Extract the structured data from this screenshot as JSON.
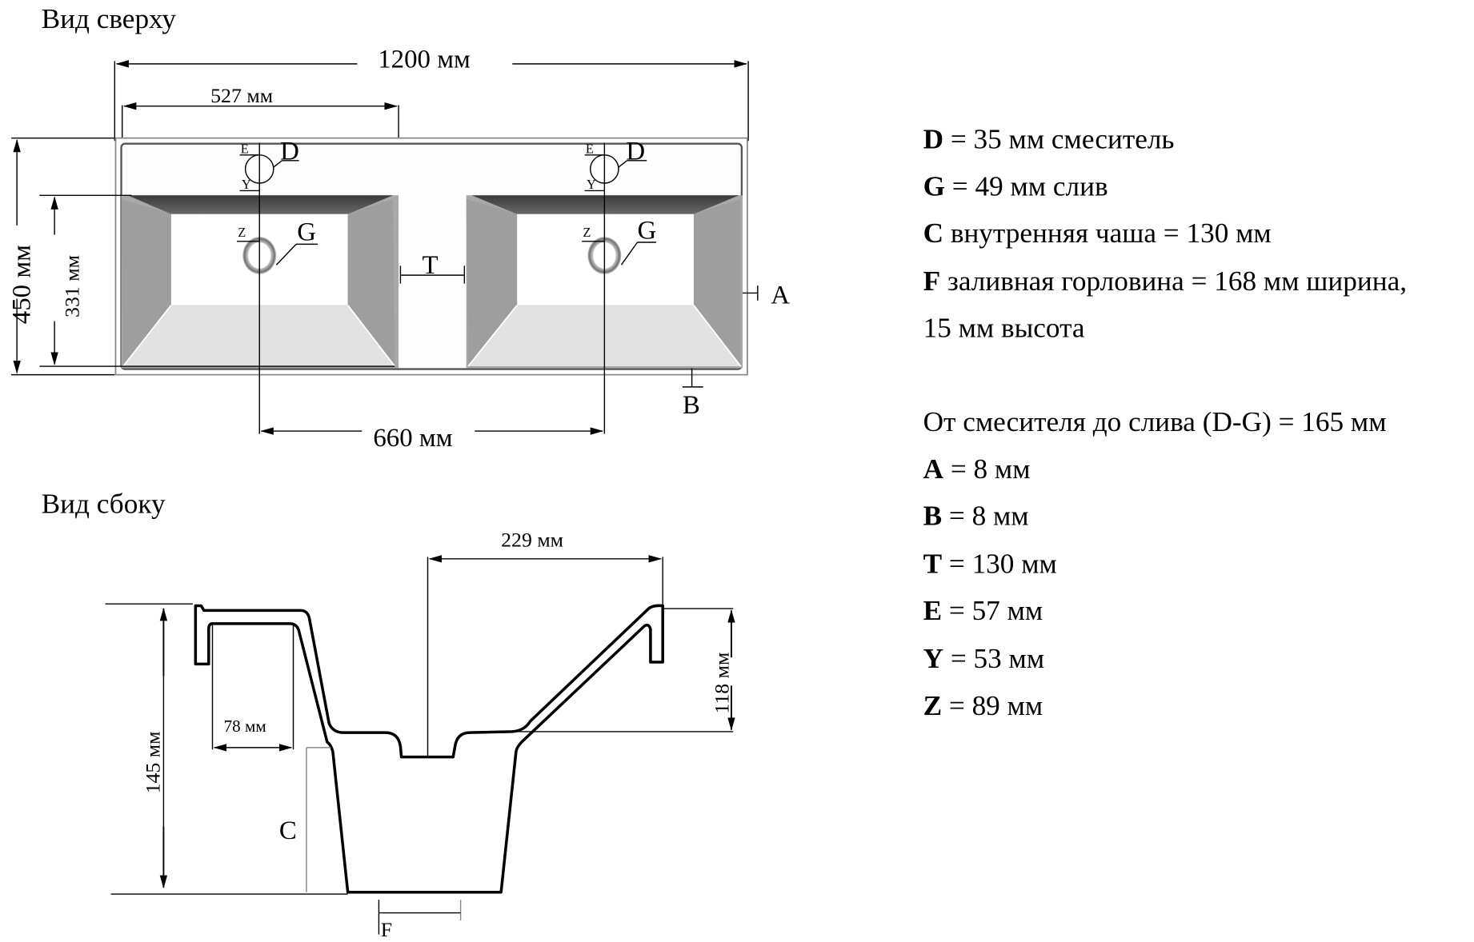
{
  "top_view": {
    "title": "Вид сверху",
    "dim_total_width": "1200 мм",
    "dim_bowl_width": "527 мм",
    "dim_total_depth": "450 мм",
    "dim_bowl_depth": "331 мм",
    "dim_center_distance": "660 мм",
    "markers": {
      "E": "E",
      "Y": "Y",
      "Z": "Z",
      "D": "D",
      "G": "G",
      "T": "T",
      "A": "A",
      "B": "B"
    }
  },
  "side_view": {
    "title": "Вид сбоку",
    "dim_top": "229 мм",
    "dim_height": "145 мм",
    "dim_rim": "78 мм",
    "dim_right_height": "118 мм",
    "marker_C": "C",
    "marker_F": "F"
  },
  "specs": [
    {
      "key": "D",
      "text": " = 35 мм смеситель"
    },
    {
      "key": "G",
      "text": " = 49 мм слив"
    },
    {
      "key": "C",
      "text": " внутренняя чаша = 130 мм"
    },
    {
      "key": "F",
      "text": " заливная горловина = 168 мм ширина,"
    },
    {
      "key": "",
      "text": "15 мм высота"
    },
    {
      "key": "",
      "text": "От смесителя до слива (D-G) = 165 мм"
    },
    {
      "key": "A",
      "text": " = 8 мм"
    },
    {
      "key": "B",
      "text": " = 8 мм"
    },
    {
      "key": "T",
      "text": " = 130 мм"
    },
    {
      "key": "E",
      "text": " = 57 мм"
    },
    {
      "key": "Y",
      "text": " = 53 мм"
    },
    {
      "key": "Z",
      "text": " = 89 мм"
    }
  ]
}
